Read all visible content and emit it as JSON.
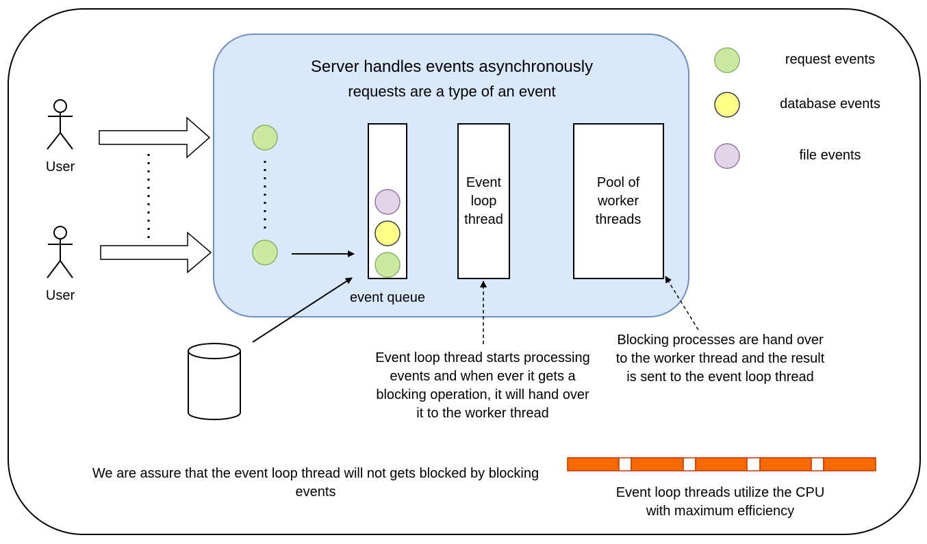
{
  "server": {
    "title": "Server handles events asynchronously",
    "subtitle": "requests are a type of an event"
  },
  "users": [
    {
      "label": "User"
    },
    {
      "label": "User"
    }
  ],
  "queue": {
    "label": "event queue"
  },
  "event_loop": {
    "label": "Event loop thread"
  },
  "worker_pool": {
    "label": "Pool of worker threads"
  },
  "legend": [
    {
      "label": "request events",
      "color": "#cde8a0"
    },
    {
      "label": "database events",
      "color": "#ffff88"
    },
    {
      "label": "file events",
      "color": "#e1d5e7"
    }
  ],
  "notes": {
    "event_loop": "Event loop thread starts processing events and when ever it gets a blocking operation, it will hand over it to the worker thread",
    "worker": "Blocking processes are hand over to the worker thread and the result is sent to the event loop thread",
    "assurance": "We are assure that the event loop thread will not gets blocked by blocking events",
    "cpu": "Event loop threads utilize the CPU with maximum efficiency"
  },
  "colors": {
    "server_fill": "#dae8fc",
    "server_stroke": "#6c8ebf",
    "request": "#cde8a0",
    "database": "#ffff88",
    "file": "#e1d5e7",
    "cpu_bar": "#fa6800"
  }
}
